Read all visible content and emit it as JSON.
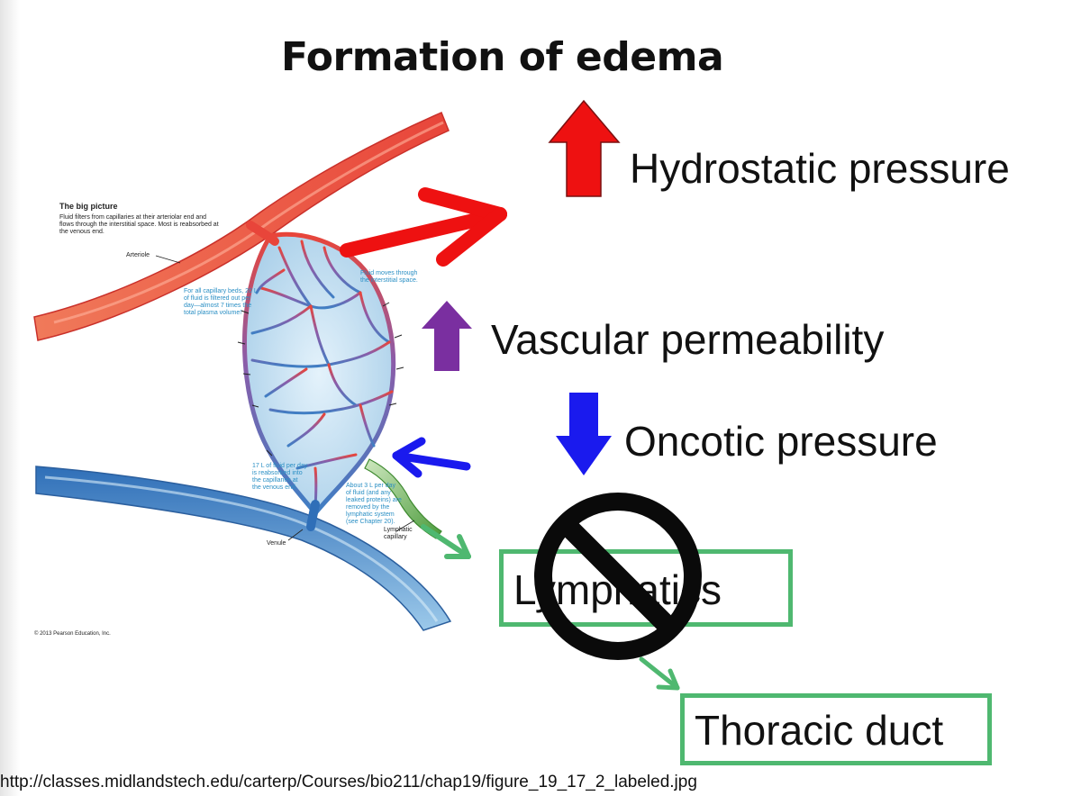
{
  "slide": {
    "title": "Formation of edema",
    "labels": {
      "hydrostatic": "Hydrostatic pressure",
      "permeability": "Vascular permeability",
      "oncotic": "Oncotic pressure",
      "lymphatics": "Lymphatics",
      "thoracic": "Thoracic duct"
    },
    "source_url": "http://classes.midlandstech.edu/carterp/Courses/bio211/chap19/figure_19_17_2_labeled.jpg"
  },
  "figure": {
    "heading": "The big picture",
    "intro": "Fluid filters from capillaries at their arteriolar end and flows through the interstitial space. Most is reabsorbed at the venous end.",
    "arteriole": "Arteriole",
    "venule": "Venule",
    "lymphatic_capillary": "Lymphatic capillary",
    "note_filtered": "For all capillary beds, 20 L of fluid is filtered out per day—almost 7 times the total plasma volume!",
    "note_interstitial": "Fluid moves through the interstitial space.",
    "note_reabsorbed": "17 L of fluid per day is reabsorbed into the capillaries at the venous end.",
    "note_lymph": "About 3 L per day of fluid (and any leaked proteins) are removed by the lymphatic system (see Chapter 20).",
    "copyright": "© 2013 Pearson Education, Inc."
  },
  "colors": {
    "hydrostatic_arrow": "#ee1111",
    "permeability_arrow": "#7a2fa0",
    "oncotic_arrow": "#1a1aee",
    "lymph_flow": "#4fb870",
    "prohibition": "#0a0a0a"
  },
  "icons": {
    "prohibition": "no-entry-icon"
  }
}
